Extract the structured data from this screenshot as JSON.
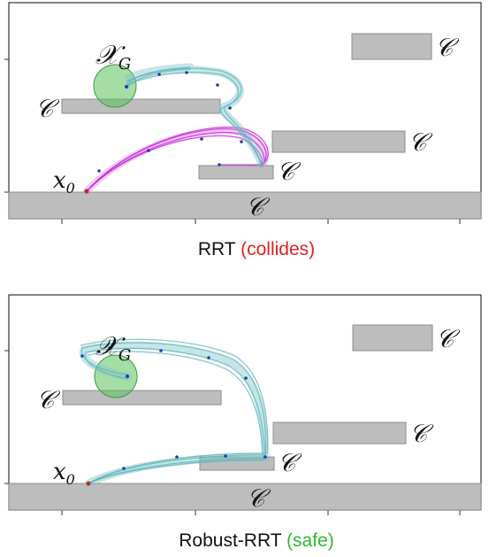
{
  "panels": [
    {
      "caption_main": "RRT",
      "caption_note": "(collides)",
      "caption_note_color": "#e02020",
      "start_label": "x",
      "start_sub": "0",
      "goal_label": "𝒳",
      "goal_sub": "G",
      "obstacle_label": "𝒞"
    },
    {
      "caption_main": "Robust-RRT",
      "caption_note": "(safe)",
      "caption_note_color": "#2eb82e",
      "start_label": "x",
      "start_sub": "0",
      "goal_label": "𝒳",
      "goal_sub": "G",
      "obstacle_label": "𝒞"
    }
  ]
}
